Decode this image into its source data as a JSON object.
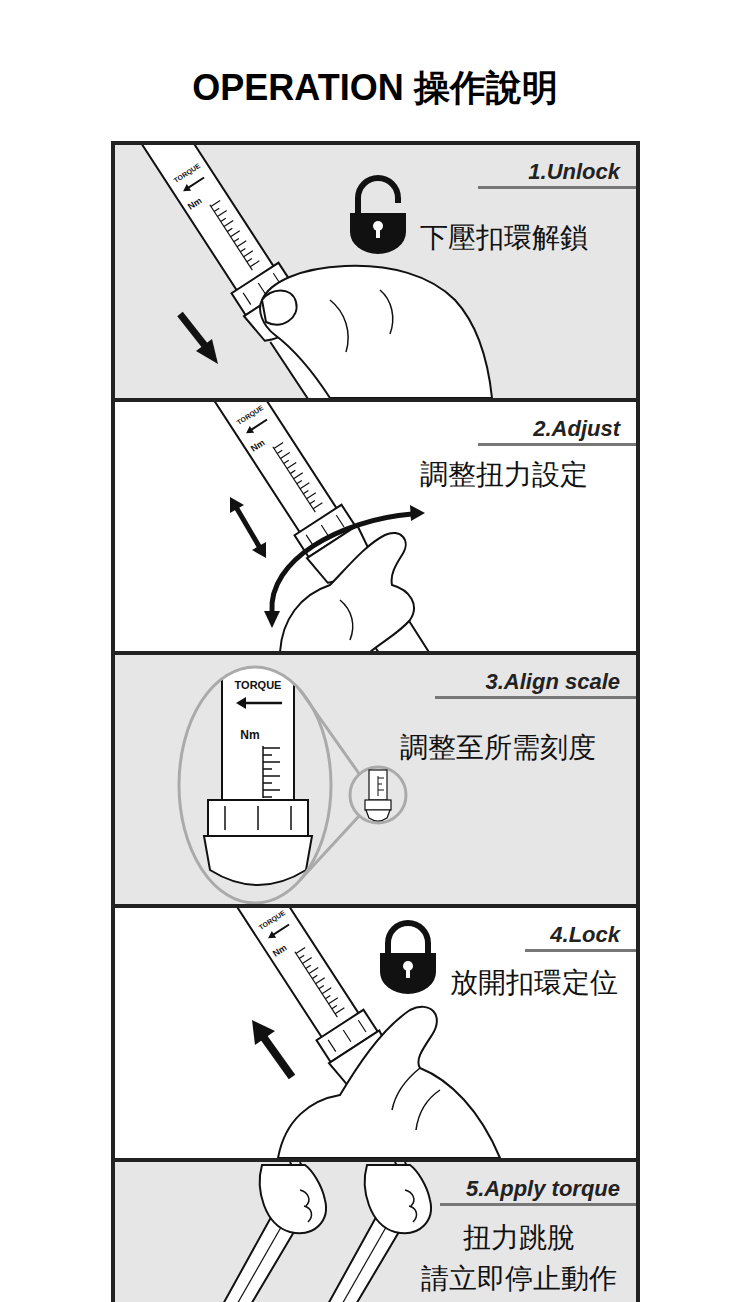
{
  "diagram": {
    "title": "OPERATION 操作說明",
    "nodes": [
      {
        "text": [
          "1.Unlock",
          "下壓扣環解鎖"
        ]
      },
      {
        "text": [
          "2.Adjust",
          "調整扭力設定"
        ]
      },
      {
        "text": [
          "3.Align scale",
          "調整至所需刻度"
        ]
      },
      {
        "text": [
          "4.Lock",
          "放開扣環定位"
        ]
      },
      {
        "text": [
          "5.Apply torque",
          "扭力跳脫 請立即停止動作"
        ]
      }
    ],
    "labels": [
      "TORQUE",
      "Nm",
      "TORQUE",
      "Nm",
      "TORQUE",
      "Nm",
      "TORQUE",
      "Nm"
    ]
  }
}
